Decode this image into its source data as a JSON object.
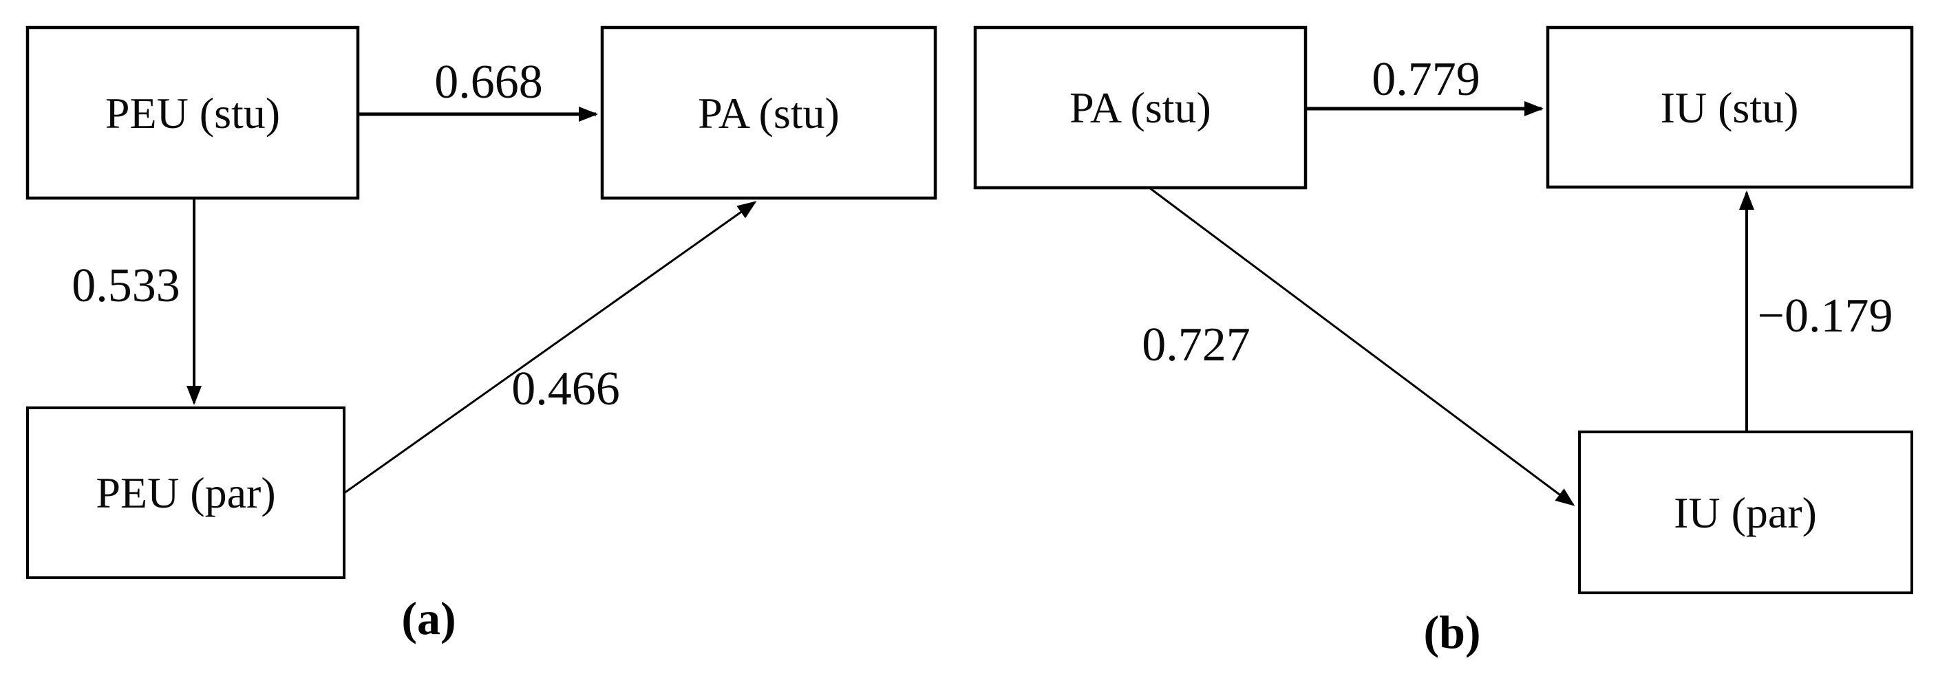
{
  "figure": {
    "background_color": "#ffffff",
    "line_color": "#000000",
    "panels": [
      {
        "caption": "(a)",
        "nodes": [
          {
            "id": "peu_stu",
            "label": "PEU (stu)"
          },
          {
            "id": "pa_stu",
            "label": "PA (stu)"
          },
          {
            "id": "peu_par",
            "label": "PEU (par)"
          }
        ],
        "edges": [
          {
            "from": "PEU (stu)",
            "to": "PA (stu)",
            "weight": "0.668"
          },
          {
            "from": "PEU (stu)",
            "to": "PEU (par)",
            "weight": "0.533"
          },
          {
            "from": "PEU (par)",
            "to": "PA (stu)",
            "weight": "0.466"
          }
        ]
      },
      {
        "caption": "(b)",
        "nodes": [
          {
            "id": "pa_stu",
            "label": "PA (stu)"
          },
          {
            "id": "iu_stu",
            "label": "IU (stu)"
          },
          {
            "id": "iu_par",
            "label": "IU (par)"
          }
        ],
        "edges": [
          {
            "from": "PA (stu)",
            "to": "IU (stu)",
            "weight": "0.779"
          },
          {
            "from": "PA (stu)",
            "to": "IU (par)",
            "weight": "0.727"
          },
          {
            "from": "IU (par)",
            "to": "IU (stu)",
            "weight": "−0.179"
          }
        ]
      }
    ]
  }
}
